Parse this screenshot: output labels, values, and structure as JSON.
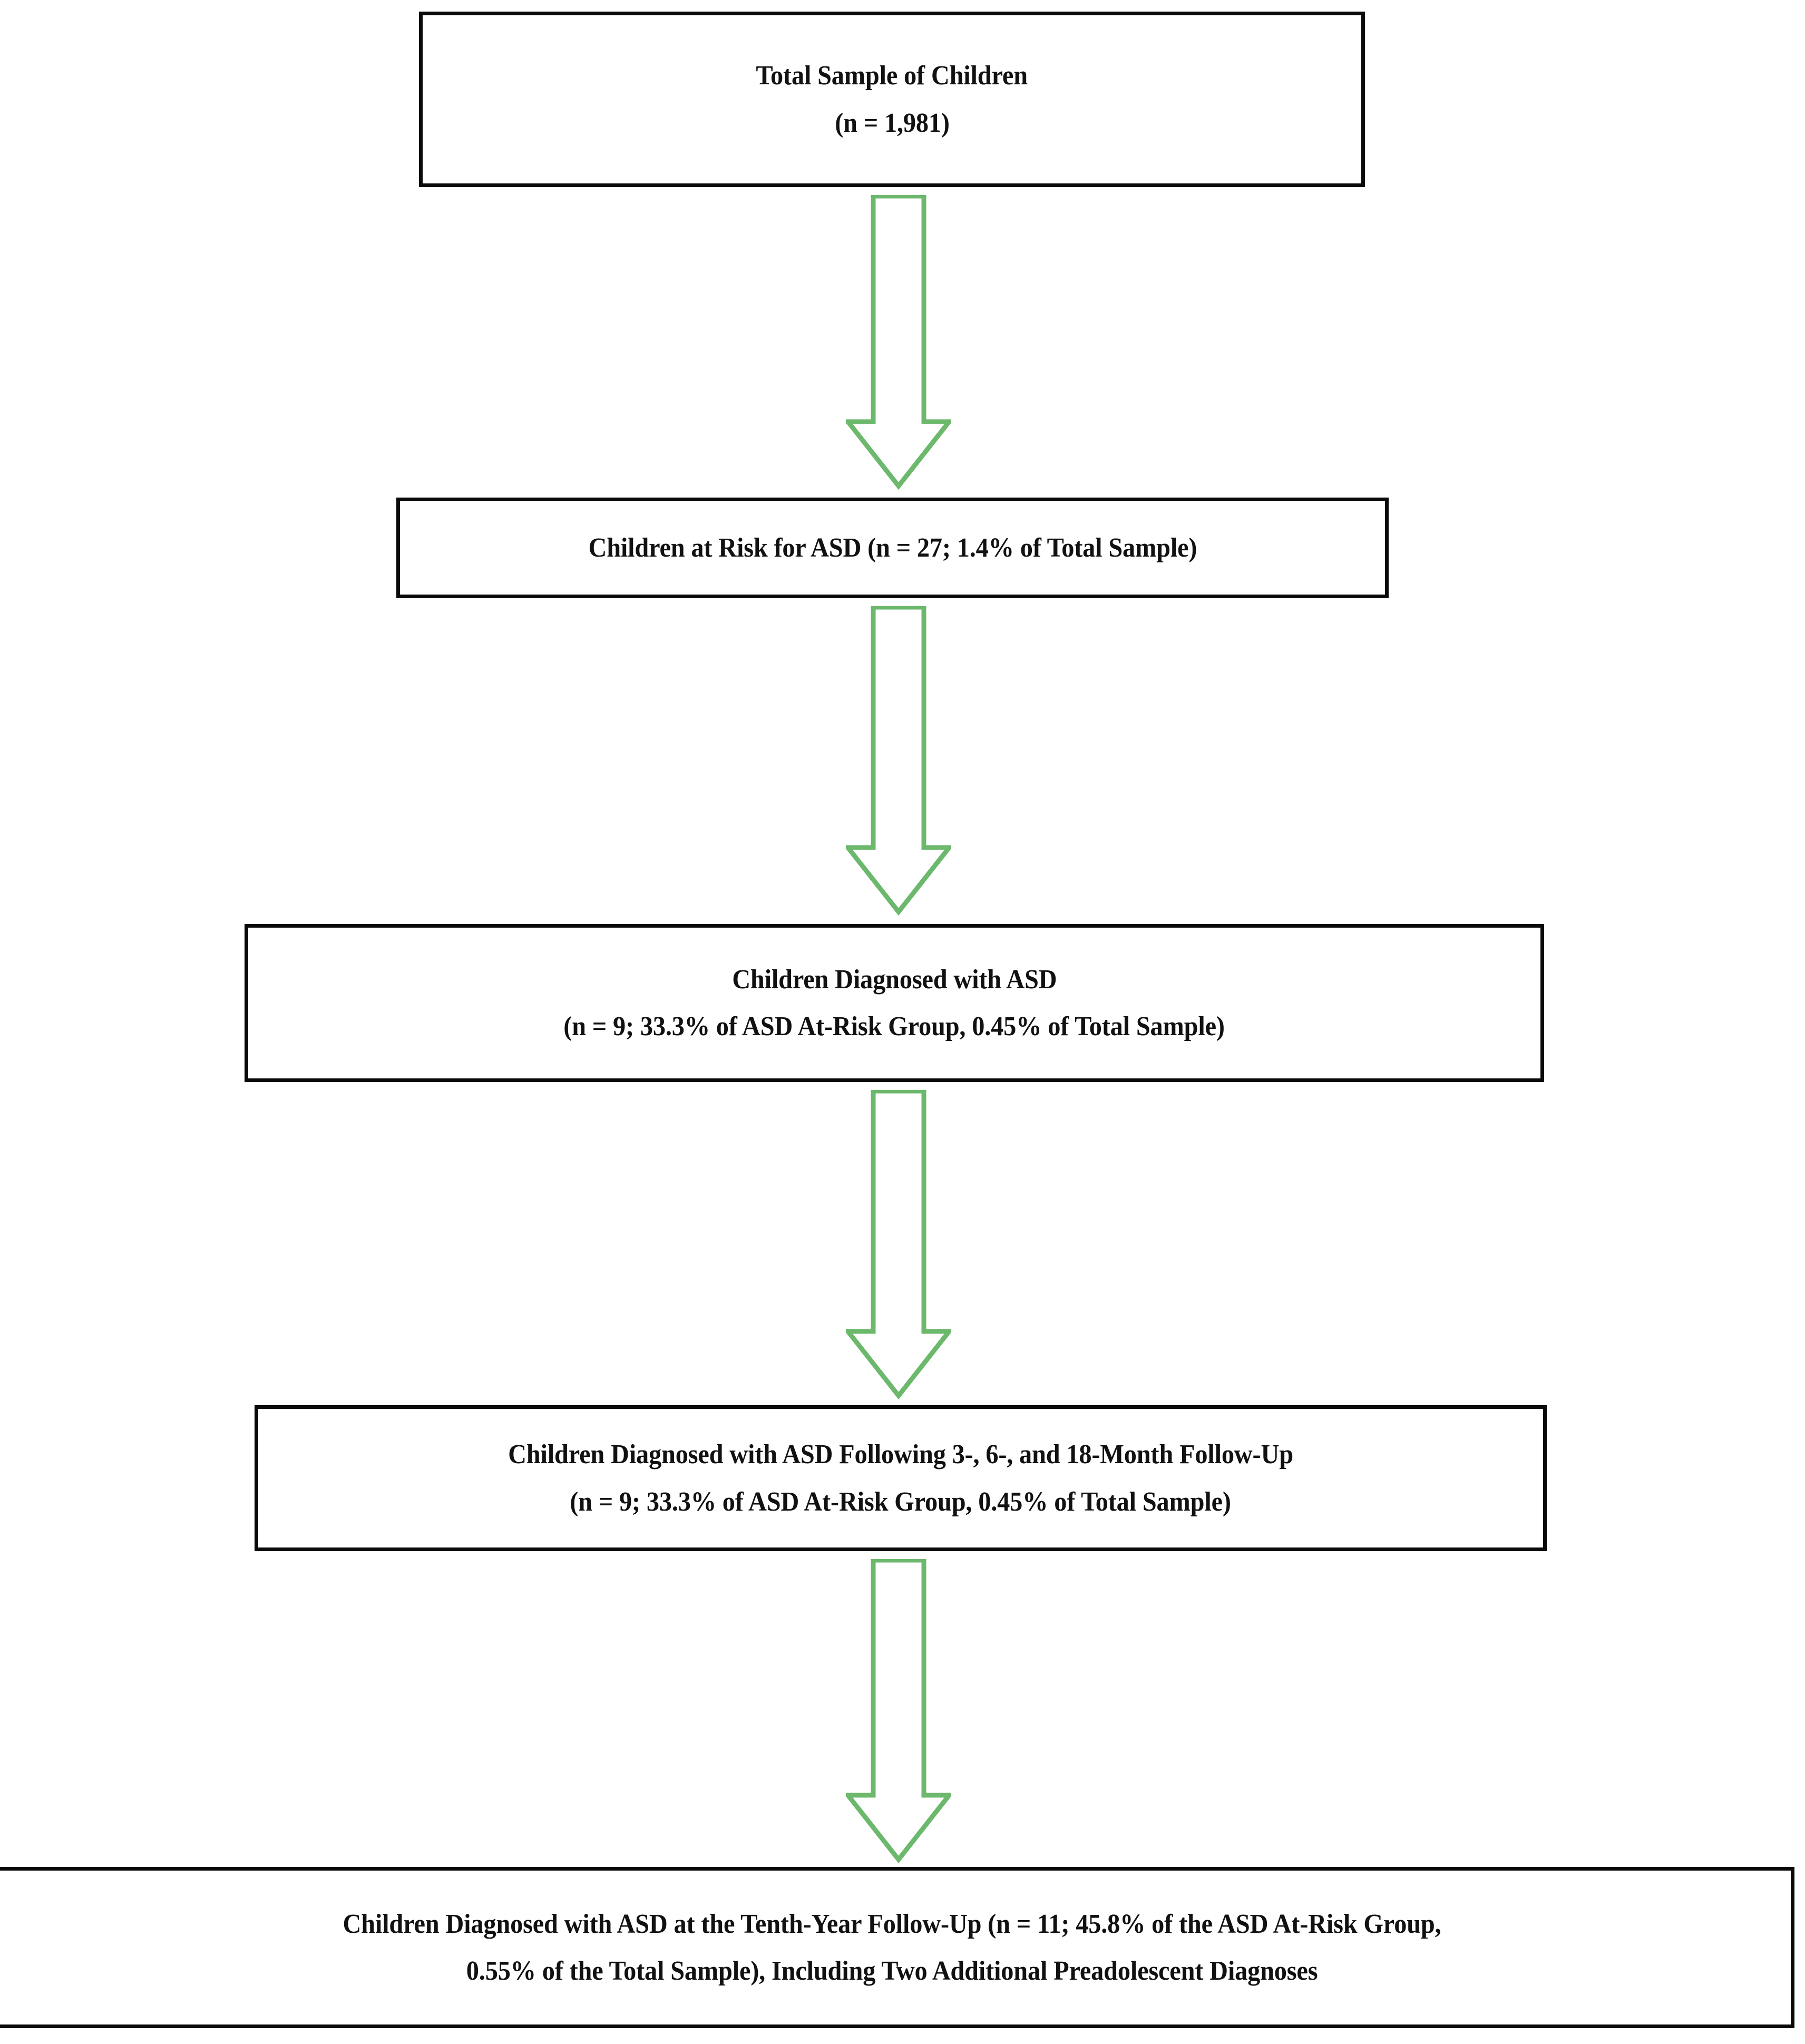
{
  "figure": {
    "type": "flowchart",
    "orientation": "vertical",
    "accent_color": "#6cb86c",
    "border_color": "#0a0a0a",
    "text_color": "#111111",
    "background": "#ffffff"
  },
  "nodes": [
    {
      "id": "total-sample",
      "lines": [
        "Total Sample of Children",
        "(n = 1,981)"
      ]
    },
    {
      "id": "at-risk",
      "lines": [
        "Children at Risk for ASD (n = 27; 1.4% of Total Sample)"
      ]
    },
    {
      "id": "diagnosed",
      "lines": [
        "Children Diagnosed with ASD",
        "(n = 9; 33.3% of ASD At-Risk Group, 0.45% of Total Sample)"
      ]
    },
    {
      "id": "followup",
      "lines": [
        "Children Diagnosed with ASD Following 3-, 6-, and 18-Month Follow-Up",
        "(n = 9; 33.3% of ASD At-Risk Group, 0.45% of Total Sample)"
      ]
    },
    {
      "id": "tenth-year",
      "lines": [
        "Children Diagnosed with ASD at the Tenth-Year Follow-Up (n = 11; 45.8% of the ASD At-Risk Group,",
        "0.55% of the Total Sample), Including Two Additional Preadolescent Diagnoses"
      ]
    }
  ],
  "connectors": [
    {
      "id": "arrow-1",
      "from": "total-sample",
      "to": "at-risk",
      "shape": "block-arrow-down"
    },
    {
      "id": "arrow-2",
      "from": "at-risk",
      "to": "diagnosed",
      "shape": "block-arrow-down"
    },
    {
      "id": "arrow-3",
      "from": "diagnosed",
      "to": "followup",
      "shape": "block-arrow-down"
    },
    {
      "id": "arrow-4",
      "from": "followup",
      "to": "tenth-year",
      "shape": "block-arrow-down"
    }
  ]
}
